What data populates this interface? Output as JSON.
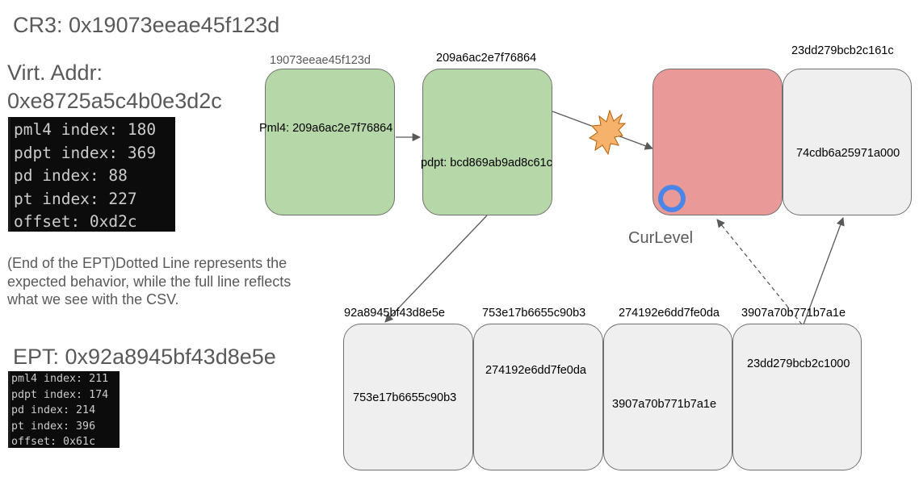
{
  "cr3_title": "CR3: 0x19073eeae45f123d",
  "virt_addr": {
    "line1": "Virt. Addr:",
    "line2": "0xe8725a5c4b0e3d2c"
  },
  "virt_terminal": [
    "pml4 index: 180",
    "pdpt index: 369",
    "pd index: 88",
    "pt index: 227",
    "offset: 0xd2c"
  ],
  "note": "(End of the EPT)Dotted Line represents the expected behavior, while the full line reflects what we see with the CSV.",
  "ept_title": "EPT: 0x92a8945bf43d8e5e",
  "ept_terminal": [
    "pml4 index: 211",
    "pdpt index: 174",
    "pd index: 214",
    "pt index: 396",
    "offset: 0x61c"
  ],
  "top_row": {
    "box1": {
      "header": "19073eeae45f123d",
      "content": "Pml4: 209a6ac2e7f76864"
    },
    "box2": {
      "header": "209a6ac2e7f76864",
      "content": "pdpt: bcd869ab9ad8c61c"
    },
    "box3": {
      "header": "",
      "content": ""
    },
    "box4": {
      "header": "23dd279bcb2c161c",
      "content": "74cdb6a25971a000"
    }
  },
  "cur_level": "CurLevel",
  "bottom_row": [
    {
      "header": "92a8945bf43d8e5e",
      "content": "753e17b6655c90b3"
    },
    {
      "header": "753e17b6655c90b3",
      "content": "274192e6dd7fe0da"
    },
    {
      "header": "274192e6dd7fe0da",
      "content": "3907a70b771b7a1e"
    },
    {
      "header": "3907a70b771b7a1e",
      "content": "23dd279bcb2c1000"
    }
  ],
  "colors": {
    "green_box": "#b6d7a8",
    "red_box": "#ea9999",
    "light_box": "#efefef",
    "explosion": "#f6b26b",
    "marker_ring": "#4a86e8"
  }
}
